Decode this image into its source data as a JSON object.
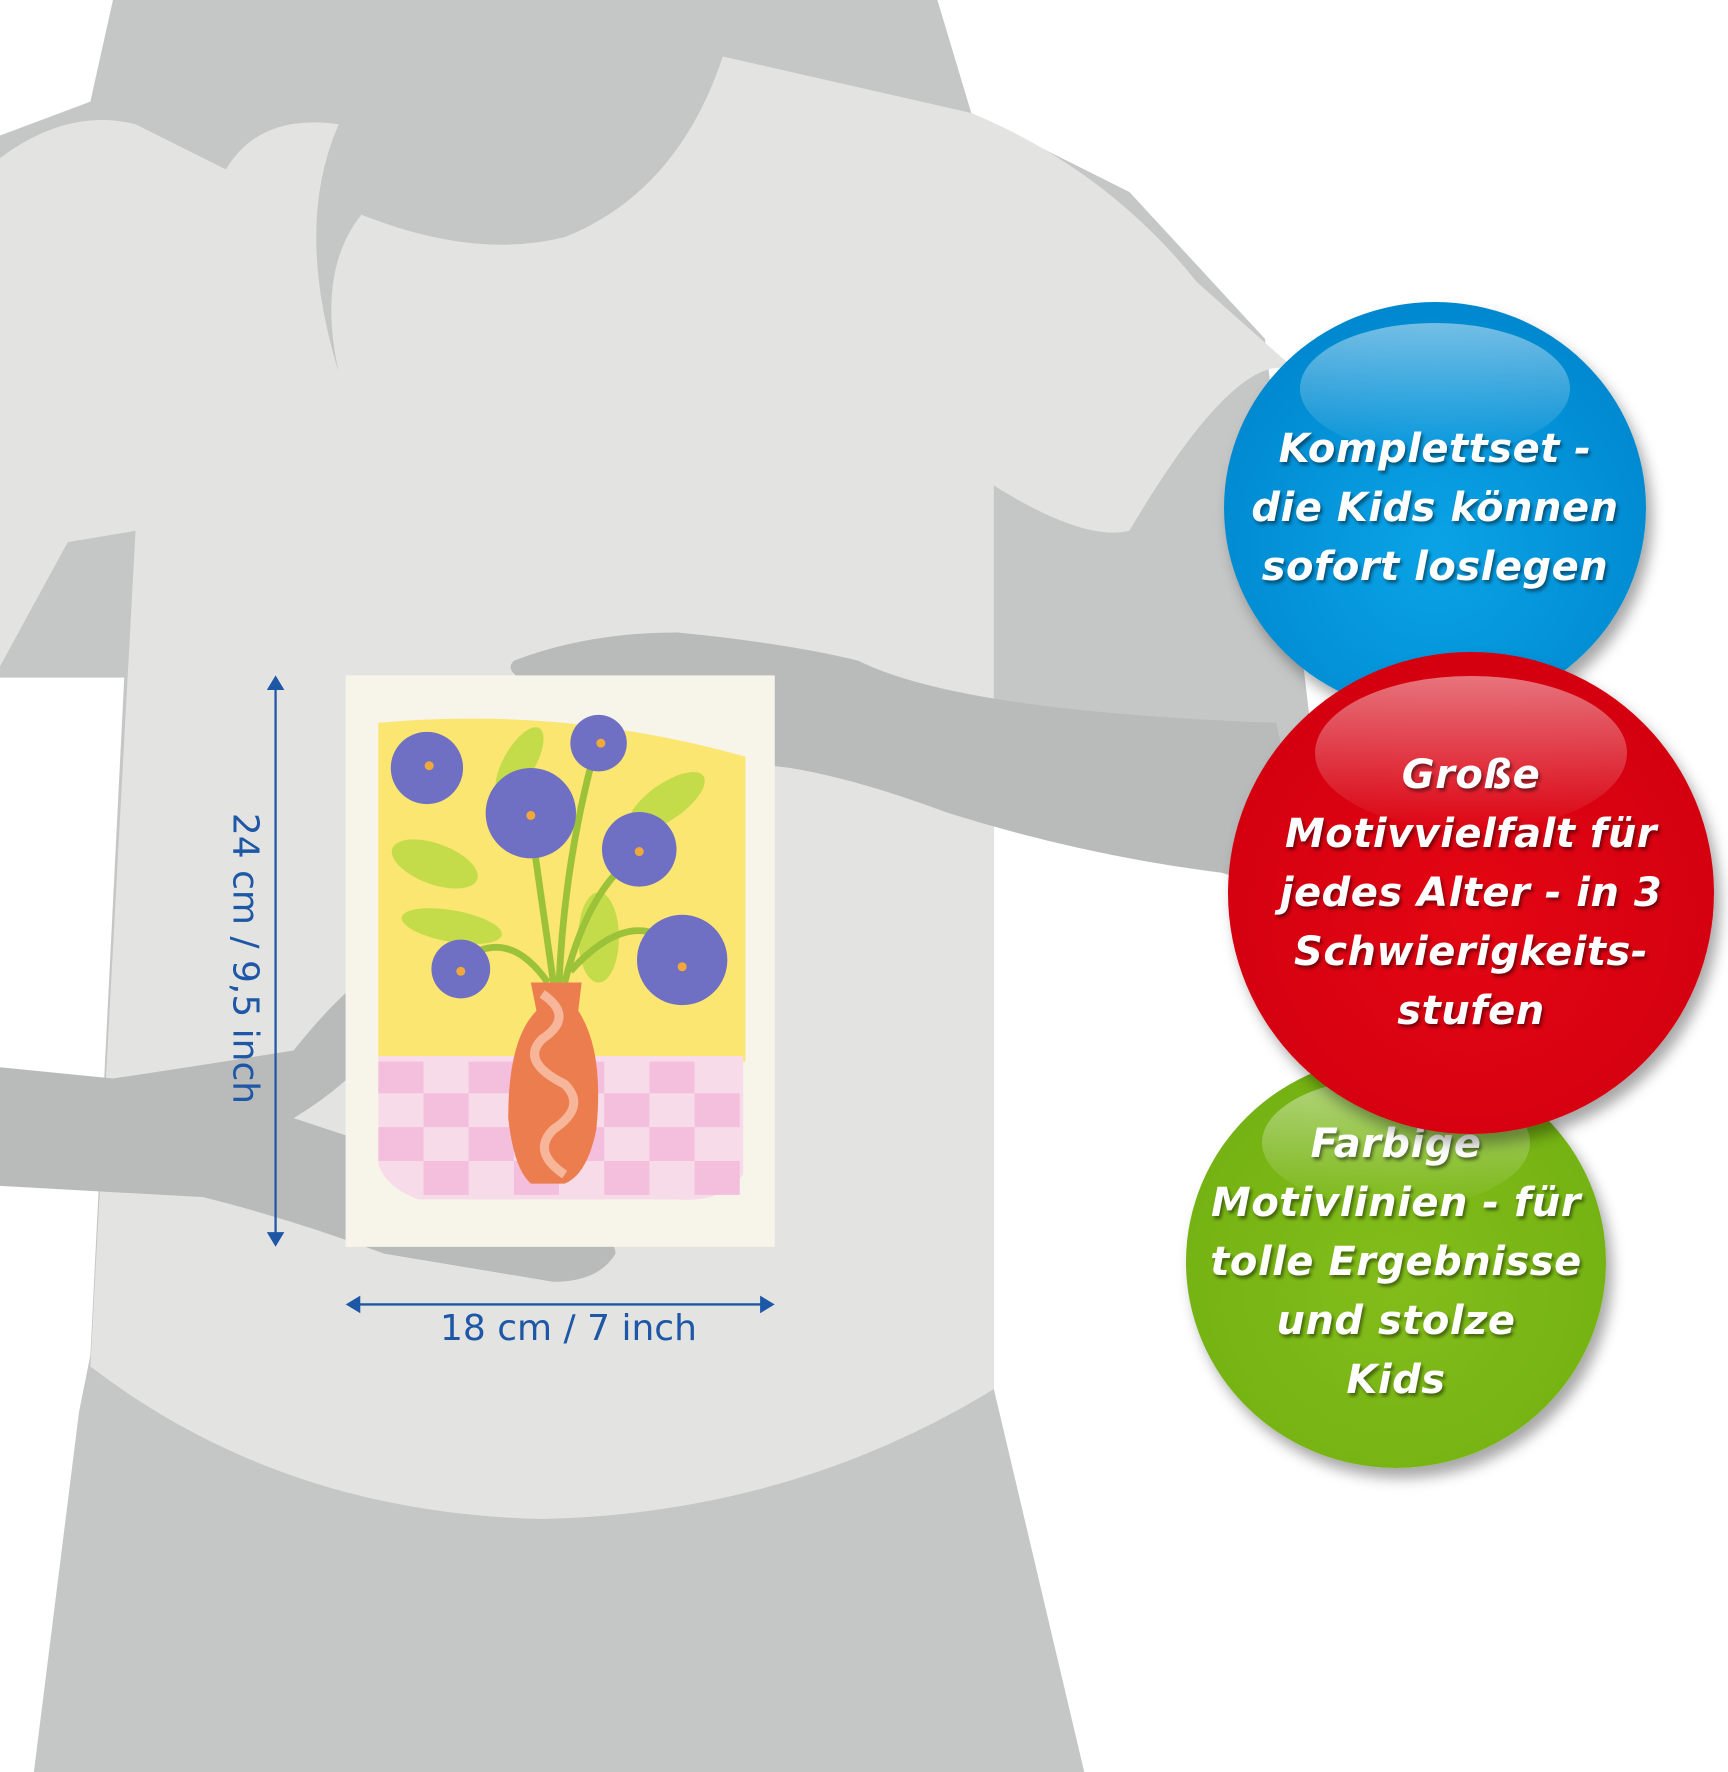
{
  "dimensions": {
    "width_label": "18 cm / 7 inch",
    "height_label": "24 cm / 9,5 inch",
    "color": "#1d57a5"
  },
  "badges": [
    {
      "lines": [
        "Komplettset -",
        "die Kids können",
        "sofort loslegen"
      ],
      "color": "#0096dc"
    },
    {
      "lines": [
        "Große",
        "Motivvielfalt für",
        "jedes Alter - in 3",
        "Schwierigkeits-",
        "stufen"
      ],
      "color": "#e30613"
    },
    {
      "lines": [
        "Farbige",
        "Motivlinien - für",
        "tolle Ergebnisse",
        "und stolze",
        "Kids"
      ],
      "color": "#7ab317"
    }
  ],
  "colors": {
    "shirt": "#e3e3e2",
    "silhouette": "#c5c6c6",
    "hands": "#b9baba"
  }
}
